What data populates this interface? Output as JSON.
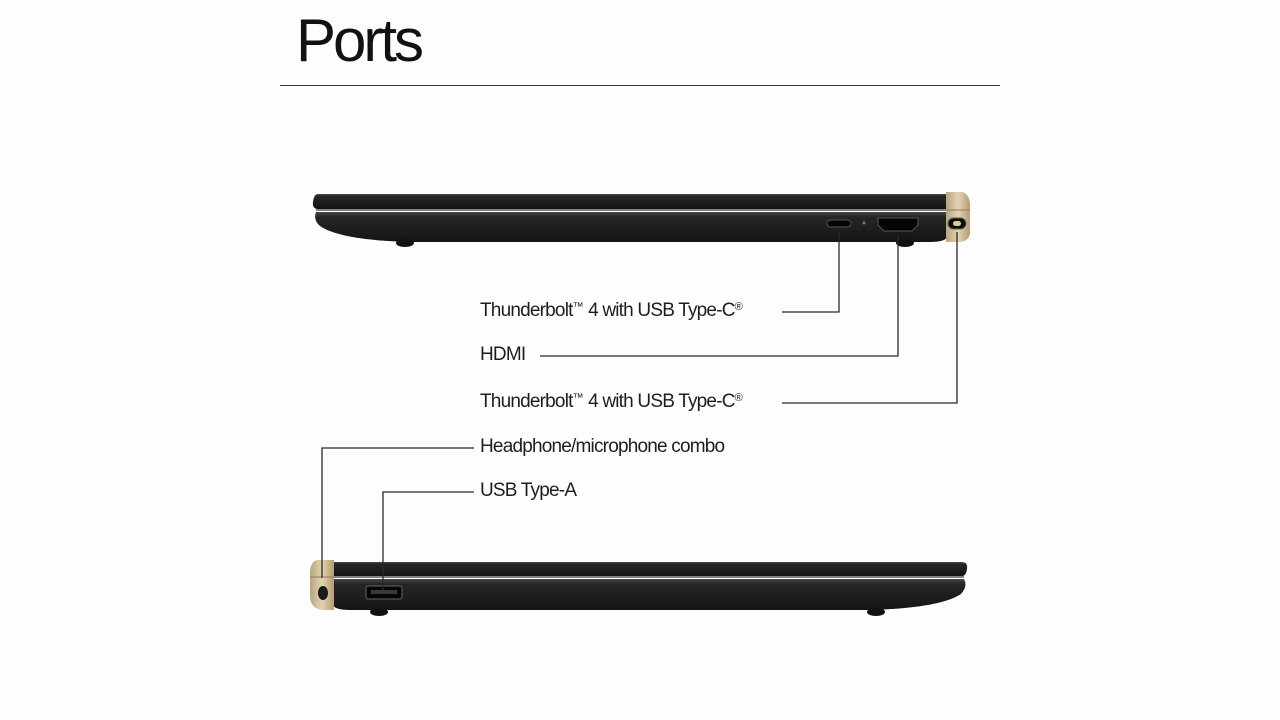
{
  "title": "Ports",
  "labels": {
    "right_tb1": {
      "text": "Thunderbolt",
      "tm": "™",
      "rest": " 4 with USB Type-C",
      "reg": "®"
    },
    "hdmi": "HDMI",
    "right_tb2": {
      "text": "Thunderbolt",
      "tm": "™",
      "rest": " 4 with USB Type-C",
      "reg": "®"
    },
    "headphone": "Headphone/microphone combo",
    "usba": "USB Type-A"
  },
  "colors": {
    "chassis": "#1d1d1f",
    "chassis_edge": "#3a3a3c",
    "hinge": "#cdb994",
    "leader": "#2a2a2a"
  }
}
